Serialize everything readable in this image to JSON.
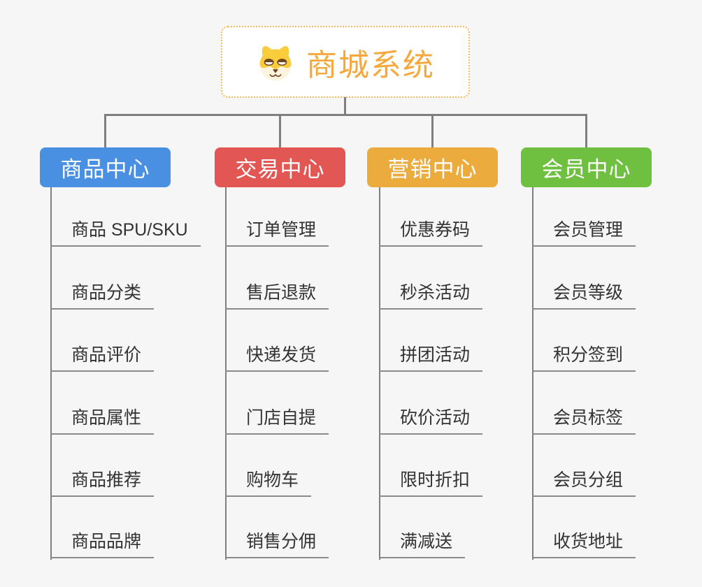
{
  "canvas": {
    "background": "#f6f6f6",
    "connector_color": "#7f7f7f",
    "underline_color": "#8a8a8a",
    "item_text_color": "#333333"
  },
  "root": {
    "title": "商城系统",
    "title_color": "#f5a93c",
    "border_color": "#f5b85a",
    "icon": "shiba-dog-icon"
  },
  "branches": [
    {
      "label": "商品中心",
      "color": "#4a90e2",
      "children": [
        "商品 SPU/SKU",
        "商品分类",
        "商品评价",
        "商品属性",
        "商品推荐",
        "商品品牌"
      ]
    },
    {
      "label": "交易中心",
      "color": "#e25754",
      "children": [
        "订单管理",
        "售后退款",
        "快递发货",
        "门店自提",
        "购物车",
        "销售分佣"
      ]
    },
    {
      "label": "营销中心",
      "color": "#ecab3d",
      "children": [
        "优惠券码",
        "秒杀活动",
        "拼团活动",
        "砍价活动",
        "限时折扣",
        "满减送"
      ]
    },
    {
      "label": "会员中心",
      "color": "#6fc040",
      "children": [
        "会员管理",
        "会员等级",
        "积分签到",
        "会员标签",
        "会员分组",
        "收货地址"
      ]
    }
  ]
}
